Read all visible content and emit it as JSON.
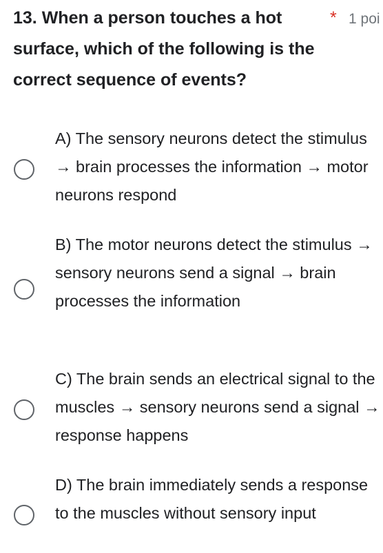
{
  "question": {
    "title": "13. When a person touches a hot surface, which of the following is the correct sequence of events?",
    "required_marker": "*",
    "points_label": "1 poi"
  },
  "options": [
    {
      "text": "A) The sensory neurons detect the stimulus → brain processes the information → motor neurons respond",
      "selected": false
    },
    {
      "text": "B) The motor neurons detect the stimulus → sensory neurons send a signal → brain processes the information",
      "selected": false
    },
    {
      "text": "C) The brain sends an electrical signal to the muscles → sensory neurons send a signal → response happens",
      "selected": false
    },
    {
      "text": "D) The brain immediately sends a response to the muscles without sensory input",
      "selected": false
    }
  ],
  "colors": {
    "text": "#202124",
    "required_star": "#d93025",
    "points": "#70757a",
    "radio_border": "#5f6368"
  }
}
